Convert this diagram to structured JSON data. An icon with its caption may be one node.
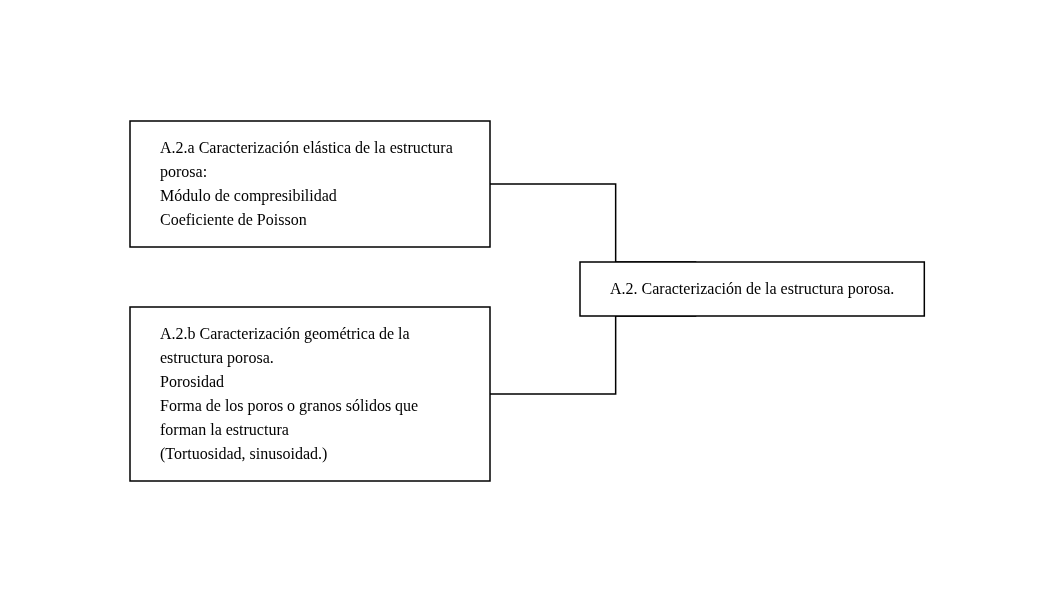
{
  "diagram": {
    "nodes": [
      {
        "text": [
          "A.2.a Caracterización elástica de la estructura porosa:",
          "Módulo de compresibilidad",
          "Coeficiente de Poisson"
        ]
      },
      {
        "text": [
          "A.2. Caracterización de la estructura porosa."
        ]
      },
      {
        "text": [
          "A.2.b Caracterización geométrica de la estructura porosa.",
          "Porosidad",
          "Forma de los poros o granos sólidos que forman la estructura",
          "(Tortuosidad, sinusoidad.)"
        ]
      }
    ],
    "edges": [
      {
        "from": 0,
        "to": 1,
        "arrow": "none"
      },
      {
        "from": 2,
        "to": 1,
        "arrow": "none"
      }
    ]
  }
}
